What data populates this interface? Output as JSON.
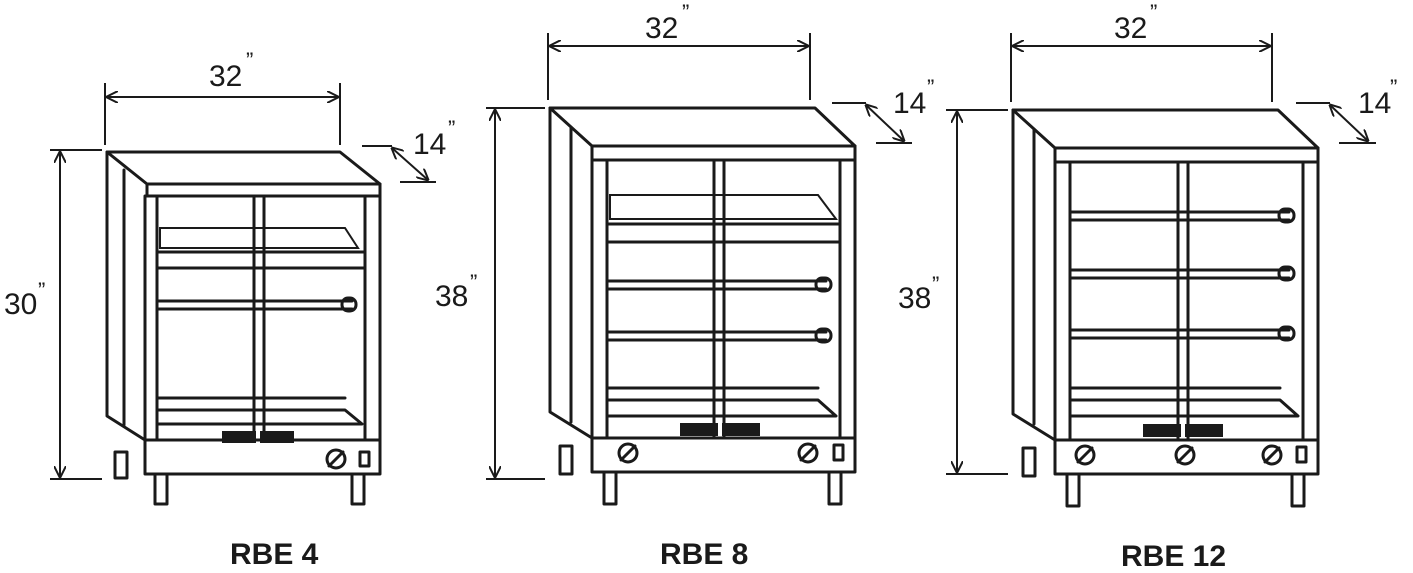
{
  "units": [
    {
      "id": "rbe4",
      "model": "RBE 4",
      "width": "32",
      "depth": "14",
      "height": "30",
      "inch_mark": "”",
      "knobs": 1,
      "heated_rods": 1,
      "grill_shelves": 1
    },
    {
      "id": "rbe8",
      "model": "RBE 8",
      "width": "32",
      "depth": "14",
      "height": "38",
      "inch_mark": "”",
      "knobs": 2,
      "heated_rods": 2,
      "grill_shelves": 1
    },
    {
      "id": "rbe12",
      "model": "RBE 12",
      "width": "32",
      "depth": "14",
      "height": "38",
      "inch_mark": "”",
      "knobs": 3,
      "heated_rods": 3,
      "grill_shelves": 0
    }
  ]
}
